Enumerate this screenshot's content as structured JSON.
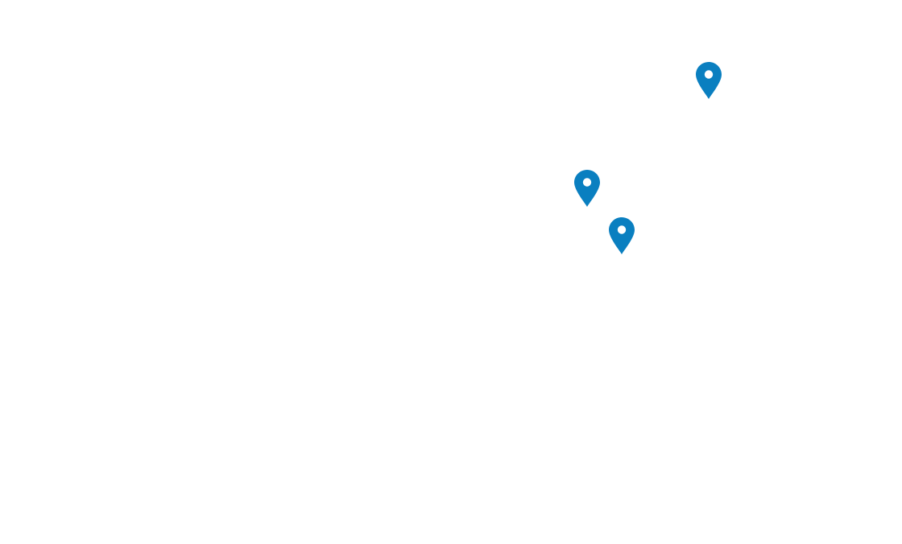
{
  "map": {
    "background_color": "#ffffff",
    "marker_color": "#0a7fc0",
    "marker_icon": "map-marker-icon",
    "markers": [
      {
        "id": "marker-1"
      },
      {
        "id": "marker-2"
      },
      {
        "id": "marker-3"
      }
    ]
  }
}
